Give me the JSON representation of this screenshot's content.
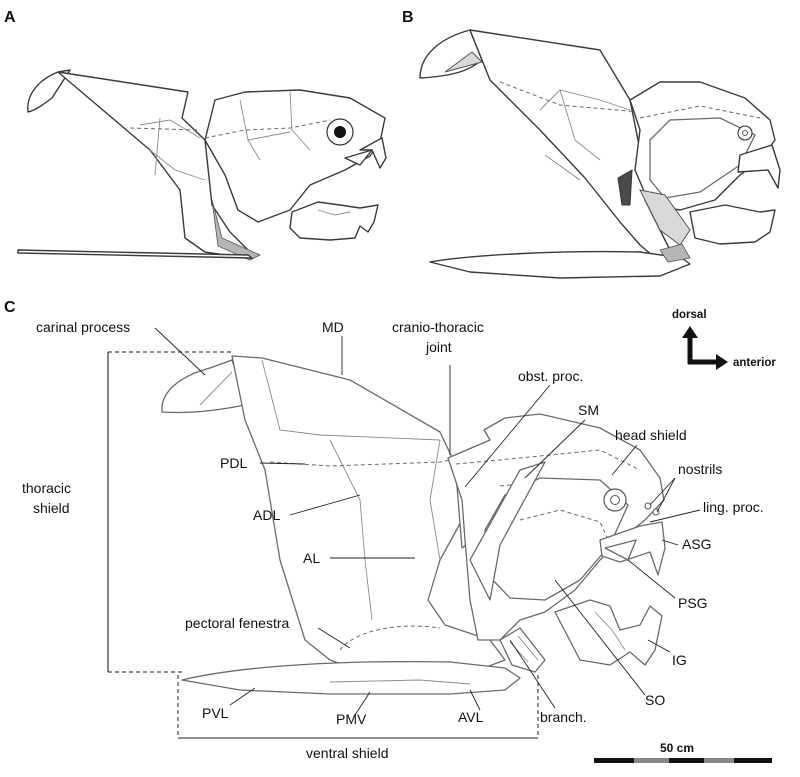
{
  "panels": {
    "a": "A",
    "b": "B",
    "c": "C"
  },
  "labels": {
    "carinal_process": "carinal process",
    "md": "MD",
    "cranio_thoracic_1": "cranio-thoracic",
    "cranio_thoracic_2": "joint",
    "obst_proc": "obst. proc.",
    "sm": "SM",
    "head_shield": "head shield",
    "nostrils": "nostrils",
    "ling_proc": "ling. proc.",
    "asg": "ASG",
    "psg": "PSG",
    "ig": "IG",
    "so": "SO",
    "branch": "branch.",
    "pdl": "PDL",
    "adl": "ADL",
    "al": "AL",
    "thoracic_shield_1": "thoracic",
    "thoracic_shield_2": "shield",
    "pectoral_fenestra": "pectoral fenestra",
    "pvl": "PVL",
    "pmv": "PMV",
    "avl": "AVL",
    "ventral_shield": "ventral shield"
  },
  "orientation": {
    "dorsal": "dorsal",
    "anterior": "anterior"
  },
  "scale_bar": {
    "label": "50 cm"
  }
}
